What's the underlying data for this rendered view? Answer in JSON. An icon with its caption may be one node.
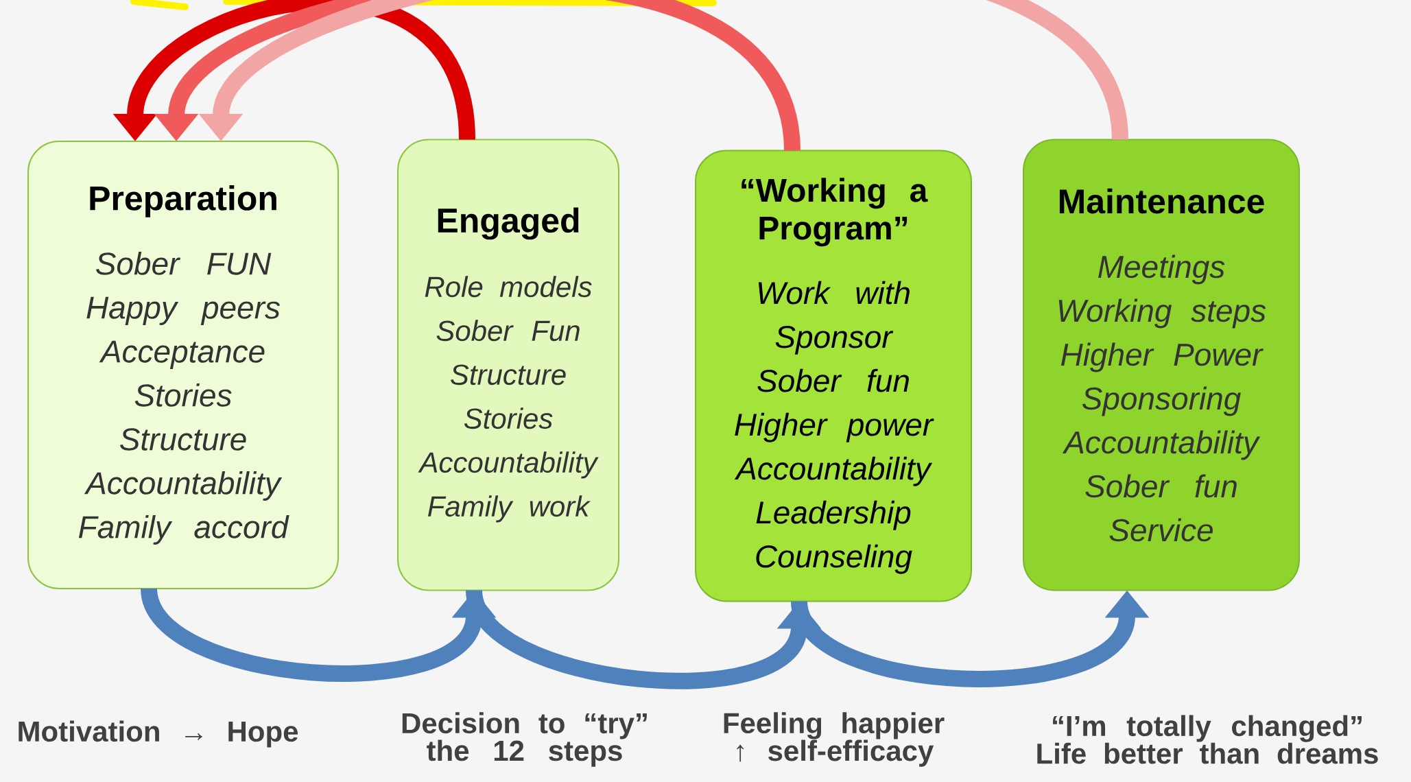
{
  "diagram": {
    "nodes": [
      {
        "text": [
          "Preparation",
          "Sober FUN",
          "Happy peers",
          "Acceptance",
          "Stories",
          "Structure",
          "Accountability",
          "Family accord"
        ]
      },
      {
        "text": [
          "Engaged",
          "Role models",
          "Sober Fun",
          "Structure",
          "Stories",
          "Accountability",
          "Family work"
        ]
      },
      {
        "text": [
          "“Working a Program”",
          "Work with Sponsor",
          "Sober fun",
          "Higher power",
          "Accountability",
          "Leadership",
          "Counseling"
        ]
      },
      {
        "text": [
          "Maintenance",
          "Meetings",
          "Working steps",
          "Higher Power",
          "Sponsoring",
          "Accountability",
          "Sober fun",
          "Service"
        ]
      }
    ],
    "edges": [
      {
        "from": 0,
        "to": 1,
        "arrow": "to",
        "color": "#4f81bd"
      },
      {
        "from": 1,
        "to": 2,
        "arrow": "to",
        "color": "#4f81bd"
      },
      {
        "from": 2,
        "to": 3,
        "arrow": "to",
        "color": "#4f81bd"
      },
      {
        "from": 1,
        "to": 0,
        "arrow": "to",
        "color": "#dd0000"
      },
      {
        "from": 2,
        "to": 0,
        "arrow": "to",
        "color": "#f05a5a"
      },
      {
        "from": 3,
        "to": 0,
        "arrow": "to",
        "color": "#f2a5a5"
      }
    ],
    "labels": [
      "Motivation → Hope",
      "Decision to “try” the 12 steps",
      "Feeling happier ↑ self-efficacy",
      "“I’m totally changed” Life better than dreams"
    ]
  }
}
